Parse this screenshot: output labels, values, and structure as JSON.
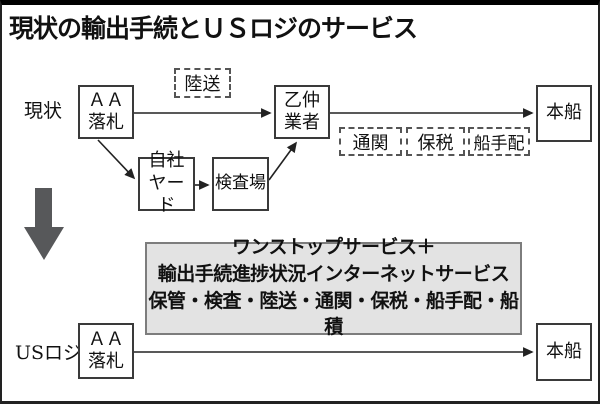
{
  "title": "現状の輸出手続とＵＳロジのサービス",
  "colors": {
    "frame_border": "#222222",
    "node_border": "#3a3a3a",
    "service_box_fill": "#e3e3e3",
    "service_box_border": "#7d7d7d",
    "big_arrow": "#57585a",
    "line": "#222222"
  },
  "rows": {
    "current": {
      "label": "現状"
    },
    "uslogi": {
      "label": "USロジ"
    }
  },
  "boxes": {
    "aa_auction_top": "ＡＡ\n落札",
    "otsunaka": "乙仲\n業者",
    "honsen_top": "本船",
    "jisha_yard": "自社\nヤード",
    "kensajo": "検査場",
    "aa_auction_bottom": "ＡＡ\n落札",
    "honsen_bottom": "本船"
  },
  "dashed_boxes": {
    "rikuso": "陸送",
    "tsukan": "通関",
    "hozei": "保税",
    "funatehai": "船手配"
  },
  "service_box": {
    "line1": "ワンストップサービス＋",
    "line2": "輸出手続進捗状況インターネットサービス",
    "line3": "保管・検査・陸送・通関・保税・船手配・船積"
  },
  "icons": {
    "big_down_arrow": "transition-to-uslogi"
  }
}
